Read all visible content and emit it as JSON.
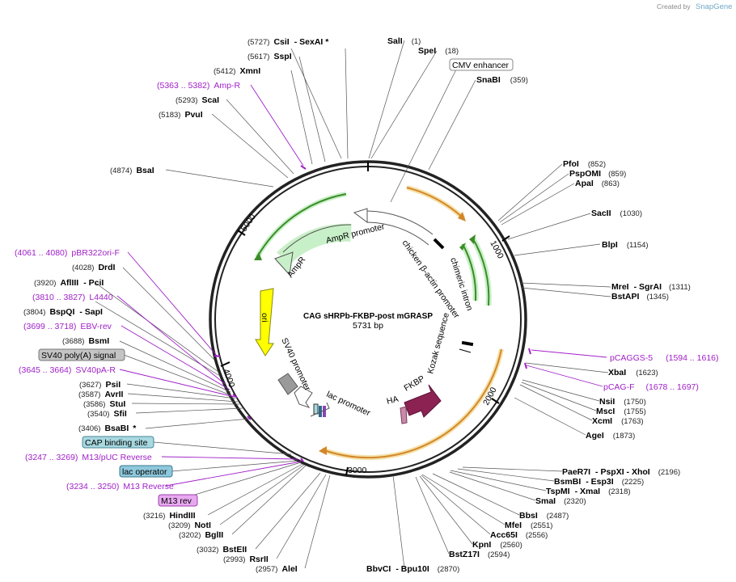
{
  "watermark": {
    "prefix": "Created by",
    "brand": "SnapGene"
  },
  "center": {
    "name": "CAG sHRPb-FKBP-post mGRASP",
    "size": "5731 bp"
  },
  "ticks": [
    {
      "label": "1000"
    },
    {
      "label": "2000"
    },
    {
      "label": "3000"
    },
    {
      "label": "4000"
    },
    {
      "label": "5000"
    }
  ],
  "inner_labels": [
    {
      "text": "AmpR promoter"
    },
    {
      "text": "chicken β-actin promoter"
    },
    {
      "text": "chimeric intron"
    },
    {
      "text": "Kozak sequence"
    },
    {
      "text": "FKBP"
    },
    {
      "text": "HA"
    },
    {
      "text": "lac promoter"
    },
    {
      "text": "SV40 promoter"
    },
    {
      "text": "ori"
    },
    {
      "text": "AmpR"
    }
  ],
  "sites": [
    {
      "pos": "(5727)",
      "name": "CsiI",
      "extra": "- SexAI *"
    },
    {
      "name": "SalI",
      "pos": "(1)"
    },
    {
      "name": "SpeI",
      "pos": "(18)"
    },
    {
      "pos": "(5617)",
      "name": "SspI"
    },
    {
      "name": "CMV enhancer"
    },
    {
      "name": "SnaBI",
      "pos": "(359)"
    },
    {
      "pos": "(5412)",
      "name": "XmnI"
    },
    {
      "pos": "(5363 .. 5382)",
      "name": "Amp-R"
    },
    {
      "pos": "(5293)",
      "name": "ScaI"
    },
    {
      "pos": "(5183)",
      "name": "PvuI"
    },
    {
      "pos": "(4874)",
      "name": "BsaI"
    },
    {
      "name": "PfoI",
      "pos": "(852)"
    },
    {
      "name": "PspOMI",
      "pos": "(859)"
    },
    {
      "name": "ApaI",
      "pos": "(863)"
    },
    {
      "name": "SacII",
      "pos": "(1030)"
    },
    {
      "name": "BlpI",
      "pos": "(1154)"
    },
    {
      "name": "MreI",
      "extra": "- SgrAI",
      "pos": "(1311)"
    },
    {
      "name": "BstAPI",
      "pos": "(1345)"
    },
    {
      "pos": "(4061 .. 4080)",
      "name": "pBR322ori-F"
    },
    {
      "pos": "(4028)",
      "name": "DrdI"
    },
    {
      "pos": "(3920)",
      "name": "AflIII",
      "extra": "- PciI"
    },
    {
      "pos": "(3810 .. 3827)",
      "name": "L4440"
    },
    {
      "pos": "(3804)",
      "name": "BspQI",
      "extra": "- SapI"
    },
    {
      "pos": "(3699 .. 3718)",
      "name": "EBV-rev"
    },
    {
      "pos": "(3688)",
      "name": "BsmI"
    },
    {
      "name": "SV40 poly(A) signal"
    },
    {
      "pos": "(3645 .. 3664)",
      "name": "SV40pA-R"
    },
    {
      "pos": "(3627)",
      "name": "PsiI"
    },
    {
      "pos": "(3587)",
      "name": "AvrII"
    },
    {
      "pos": "(3586)",
      "name": "StuI"
    },
    {
      "pos": "(3540)",
      "name": "SfiI"
    },
    {
      "pos": "(3406)",
      "name": "BsaBI",
      "extra": "*"
    },
    {
      "name": "CAP binding site"
    },
    {
      "pos": "(3247 .. 3269)",
      "name": "M13/pUC Reverse"
    },
    {
      "name": "lac operator"
    },
    {
      "pos": "(3234 .. 3250)",
      "name": "M13 Reverse"
    },
    {
      "name": "M13 rev"
    },
    {
      "pos": "(3216)",
      "name": "HindIII"
    },
    {
      "pos": "(3209)",
      "name": "NotI"
    },
    {
      "pos": "(3202)",
      "name": "BglII"
    },
    {
      "pos": "(3032)",
      "name": "BstEII"
    },
    {
      "pos": "(2993)",
      "name": "RsrII"
    },
    {
      "pos": "(2957)",
      "name": "AleI"
    },
    {
      "name": "BbvCI",
      "extra": "- Bpu10I",
      "pos": "(2870)"
    },
    {
      "name": "pCAGGS-5",
      "pos": "(1594 .. 1616)"
    },
    {
      "name": "XbaI",
      "pos": "(1623)"
    },
    {
      "name": "pCAG-F",
      "pos": "(1678 .. 1697)"
    },
    {
      "name": "NsiI",
      "pos": "(1750)"
    },
    {
      "name": "MscI",
      "pos": "(1755)"
    },
    {
      "name": "XcmI",
      "pos": "(1763)"
    },
    {
      "name": "AgeI",
      "pos": "(1873)"
    },
    {
      "name": "PaeR7I",
      "extra": "- PspXI - XhoI",
      "pos": "(2196)"
    },
    {
      "name": "BsmBI",
      "extra": "- Esp3I",
      "pos": "(2225)"
    },
    {
      "name": "TspMI",
      "extra": "- XmaI",
      "pos": "(2318)"
    },
    {
      "name": "SmaI",
      "pos": "(2320)"
    },
    {
      "name": "BbsI",
      "pos": "(2487)"
    },
    {
      "name": "MfeI",
      "pos": "(2551)"
    },
    {
      "name": "Acc65I",
      "pos": "(2556)"
    },
    {
      "name": "KpnI",
      "pos": "(2560)"
    },
    {
      "name": "BstZ17I",
      "pos": "(2594)"
    }
  ],
  "colors": {
    "primer": "#a020c8",
    "ampr": "#c8f0c8",
    "ori": "#ffff00",
    "fkbp": "#8b2252",
    "orange_arrow": "#d2882a",
    "green_arrow": "#3c8c28",
    "promoter": "#ffffff",
    "grey_feature": "#9a9a9a",
    "cap_box": "#a8d8e0",
    "m13_box": "#e8a8f0"
  }
}
